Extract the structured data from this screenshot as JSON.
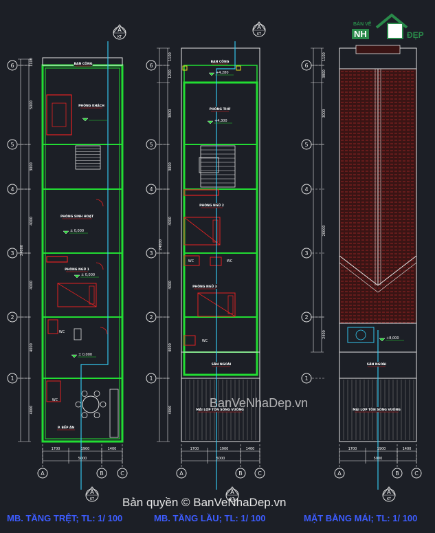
{
  "logo": {
    "line1": "BẢN VẼ",
    "line2": "NH",
    "line3": "ĐẸP"
  },
  "watermark": "BanVeNhaDep.vn",
  "copyright": "Bản quyền © BanVeNhaDep.vn",
  "titles": [
    "MB. TẦNG TRỆT; TL: 1/ 100",
    "MB. TẦNG LẦU; TL: 1/ 100",
    "MẶT BẰNG MÁI; TL: 1/ 100"
  ],
  "section_marker": {
    "letter": "A",
    "code": "KT"
  },
  "grid_rows": [
    "6",
    "5",
    "4",
    "3",
    "2",
    "1"
  ],
  "grid_cols": [
    "A",
    "B",
    "C"
  ],
  "bottom_dims": [
    "1700",
    "1900",
    "1400"
  ],
  "total_width": "5000",
  "plan1": {
    "left_dims": [
      "1100",
      "5000",
      "3000",
      "4000",
      "4000",
      "4000",
      "4000"
    ],
    "total": "24000",
    "rooms": {
      "ban_cong": "BAN CÔNG",
      "khach": "PHÒNG KHÁCH",
      "sinh_hoat": "PHÒNG SINH HOẠT",
      "ngu1": "PHÒNG NGỦ 1",
      "wc1": "WC",
      "wc2": "WC",
      "bep": "P. BẾP ĂN"
    },
    "levels": [
      "± 0,000",
      "± 0,000",
      "± 0,000"
    ]
  },
  "plan2": {
    "left_dims": [
      "1100",
      "1200",
      "3800",
      "3000",
      "4000",
      "4000",
      "4000",
      "4000"
    ],
    "total": "24000",
    "rooms": {
      "ban_cong": "BAN CÔNG",
      "tho": "PHÒNG THỜ",
      "ngu2": "PHÒNG NGỦ 2",
      "ngu3": "PHÒNG NGỦ 3",
      "wc1": "WC",
      "wc2": "WC",
      "wc3": "WC",
      "san_ngoai": "SÂN NGOÀI",
      "mai_lop": "MÁI LỢP TÔN SÓNG VUÔNG"
    },
    "levels": [
      "+4,280",
      "+4,300"
    ]
  },
  "plan3": {
    "left_dims": [
      "1100",
      "3800",
      "3000",
      "20000",
      "2400"
    ],
    "rooms": {
      "san_ngoai": "SÂN NGOÀI",
      "mai_lop": "MÁI LỢP TÔN SÓNG VUÔNG"
    },
    "levels": [
      "+8,000"
    ]
  }
}
